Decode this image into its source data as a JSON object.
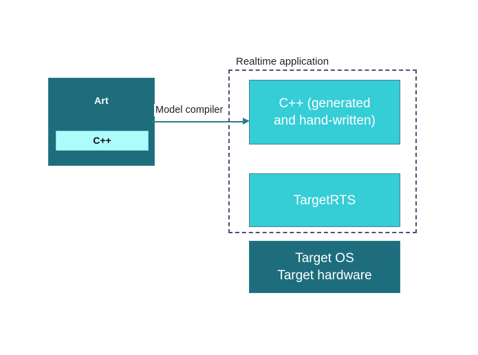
{
  "diagram": {
    "source_box": {
      "title": "Art",
      "inner_label": "C++"
    },
    "arrow": {
      "label": "Model compiler"
    },
    "realtime_group": {
      "title": "Realtime application",
      "boxes": [
        {
          "label": "C++ (generated\nand hand-written)"
        },
        {
          "label": "TargetRTS"
        }
      ]
    },
    "platform_box": {
      "label": "Target OS\nTarget hardware"
    },
    "colors": {
      "dark_teal": "#1d6d7d",
      "cyan": "#35cdd6",
      "light_cyan": "#aefbfb",
      "dashed_border": "#4a4f7a",
      "arrow": "#2b7d8c",
      "text_dark": "#1f1f1f",
      "text_light": "#ffffff",
      "background": "#ffffff"
    }
  }
}
